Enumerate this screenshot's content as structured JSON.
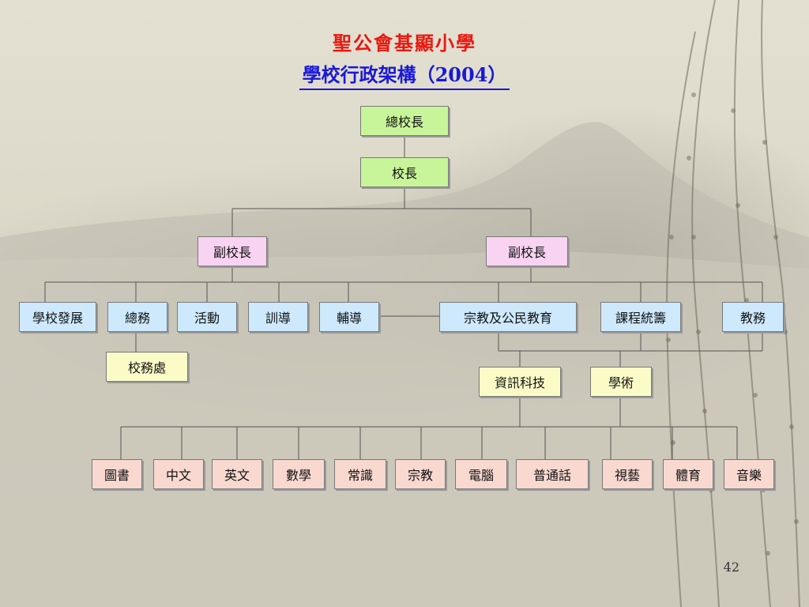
{
  "title": {
    "line1": "聖公會基顯小學",
    "line2": "學校行政架構（2004）"
  },
  "nodes": {
    "supervisor": "總校長",
    "principal": "校長",
    "vp_left": "副校長",
    "vp_right": "副校長",
    "dept": [
      "學校發展",
      "總務",
      "活動",
      "訓導",
      "輔導",
      "宗教及公民教育",
      "課程統籌",
      "教務"
    ],
    "office": "校務處",
    "it": "資訊科技",
    "academic": "學術",
    "subjects": [
      "圖書",
      "中文",
      "英文",
      "數學",
      "常識",
      "宗教",
      "電腦",
      "普通話",
      "視藝",
      "體育",
      "音樂"
    ]
  },
  "colors": {
    "title_red": "#e8180f",
    "title_blue": "#1a18d8",
    "green": "#c9f59a",
    "pink": "#f9d3f2",
    "blue": "#cde9fb",
    "yellow": "#fbfbc8",
    "salmon": "#f8d8cf"
  },
  "page_number": "42"
}
